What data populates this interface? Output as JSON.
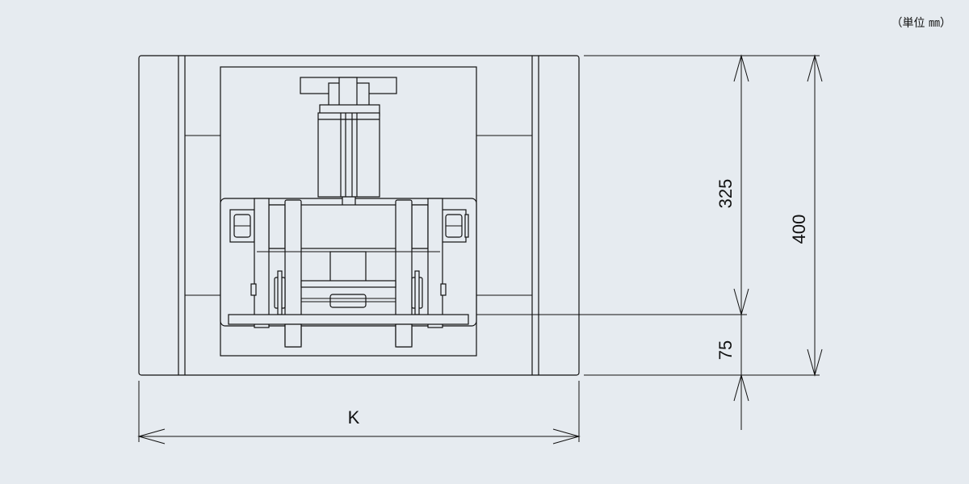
{
  "unit_note": "（単位 ㎜）",
  "dimensions": {
    "height_upper": "325",
    "height_lower": "75",
    "height_total": "400",
    "width": "K"
  }
}
